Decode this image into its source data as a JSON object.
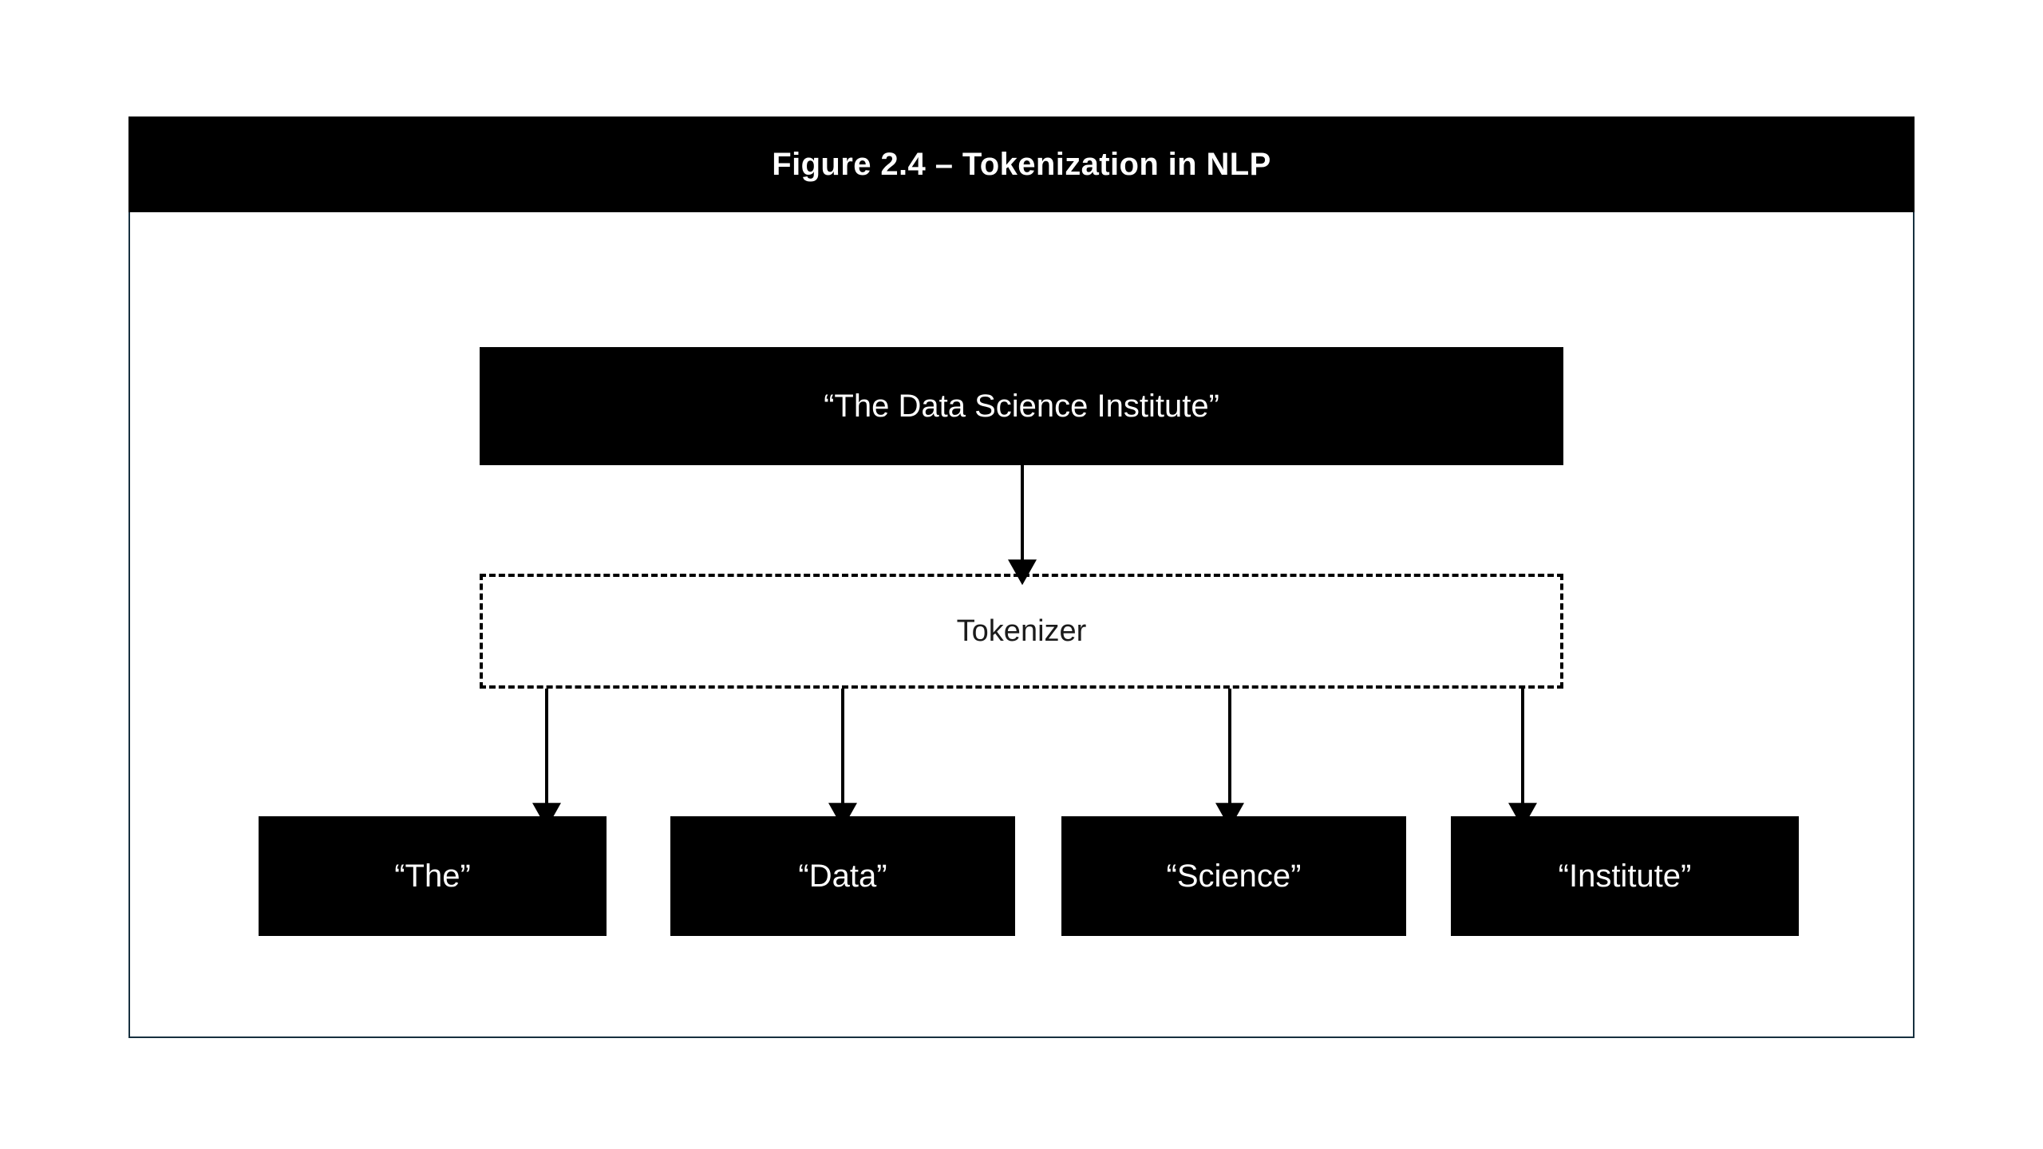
{
  "figure": {
    "title": "Figure 2.4 – Tokenization in NLP",
    "frame_border_color": "#17303f",
    "band_color": "#000000",
    "band_text_color": "#ffffff",
    "node_fill": "#000000",
    "node_text_color": "#ffffff",
    "dashed_stroke_color": "#000000",
    "arrow_color": "#000000",
    "background": "#ffffff"
  },
  "diagram": {
    "type": "flow",
    "input_node": {
      "label": "“The Data Science Institute”",
      "style": "solid-filled"
    },
    "process_node": {
      "label": "Tokenizer",
      "style": "dashed-outline"
    },
    "output_nodes": [
      {
        "label": "“The”",
        "style": "solid-filled"
      },
      {
        "label": "“Data”",
        "style": "solid-filled"
      },
      {
        "label": "“Science”",
        "style": "solid-filled"
      },
      {
        "label": "“Institute”",
        "style": "solid-filled"
      }
    ],
    "edges": [
      {
        "from": "input_node",
        "to": "process_node",
        "arrow": "down"
      },
      {
        "from": "process_node",
        "to": "output_node_0",
        "arrow": "down"
      },
      {
        "from": "process_node",
        "to": "output_node_1",
        "arrow": "down"
      },
      {
        "from": "process_node",
        "to": "output_node_2",
        "arrow": "down"
      },
      {
        "from": "process_node",
        "to": "output_node_3",
        "arrow": "down"
      }
    ]
  }
}
